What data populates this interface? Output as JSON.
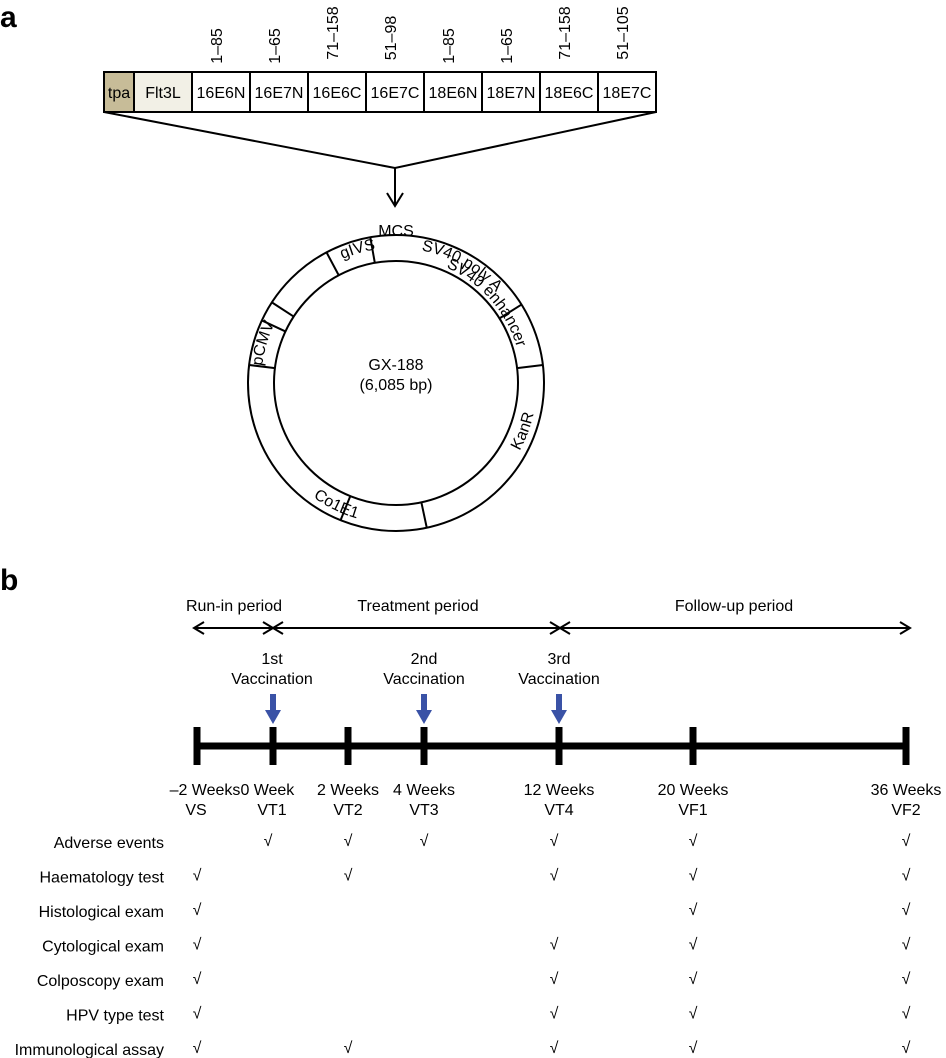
{
  "panel_a": {
    "label": "a",
    "ranges": [
      "1–85",
      "1–65",
      "71–158",
      "51–98",
      "1–85",
      "1–65",
      "71–158",
      "51–105"
    ],
    "segments": [
      "tpa",
      "Flt3L",
      "16E6N",
      "16E7N",
      "16E6C",
      "16E7C",
      "18E6N",
      "18E7N",
      "18E6C",
      "18E7C"
    ],
    "plasmid": {
      "name": "GX-188",
      "size": "(6,085 bp)",
      "features": [
        "MCS",
        "SV40 poly A",
        "SV40 enhancer",
        "gIVS",
        "pCMV",
        "KanR",
        "Co1E1"
      ]
    }
  },
  "panel_b": {
    "label": "b",
    "periods": [
      "Run-in period",
      "Treatment period",
      "Follow-up period"
    ],
    "vaccinations": [
      {
        "line1": "1st",
        "line2": "Vaccination"
      },
      {
        "line1": "2nd",
        "line2": "Vaccination"
      },
      {
        "line1": "3rd",
        "line2": "Vaccination"
      }
    ],
    "visits": [
      {
        "time": "–2 Weeks",
        "code": "VS"
      },
      {
        "time": "0",
        "code": ""
      },
      {
        "time": "Week",
        "code": "VT1"
      },
      {
        "time": "2 Weeks",
        "code": "VT2"
      },
      {
        "time": "4 Weeks",
        "code": "VT3"
      },
      {
        "time": "12 Weeks",
        "code": "VT4"
      },
      {
        "time": "20 Weeks",
        "code": "VF1"
      },
      {
        "time": "36 Weeks",
        "code": "VF2"
      }
    ],
    "check_mark": "√",
    "assessments": [
      {
        "name": "Adverse events",
        "checks": [
          false,
          true,
          true,
          true,
          true,
          true,
          true
        ]
      },
      {
        "name": "Haematology test",
        "checks": [
          true,
          false,
          true,
          false,
          true,
          true,
          true
        ]
      },
      {
        "name": "Histological exam",
        "checks": [
          true,
          false,
          false,
          false,
          false,
          true,
          true
        ]
      },
      {
        "name": "Cytological exam",
        "checks": [
          true,
          false,
          false,
          false,
          true,
          true,
          true
        ]
      },
      {
        "name": "Colposcopy exam",
        "checks": [
          true,
          false,
          false,
          false,
          true,
          true,
          true
        ]
      },
      {
        "name": "HPV type test",
        "checks": [
          true,
          false,
          false,
          false,
          true,
          true,
          true
        ]
      },
      {
        "name": "Immunological assay",
        "checks": [
          true,
          false,
          true,
          false,
          true,
          true,
          true
        ]
      }
    ],
    "colors": {
      "vaccination_arrow": "#3a52a6"
    }
  }
}
